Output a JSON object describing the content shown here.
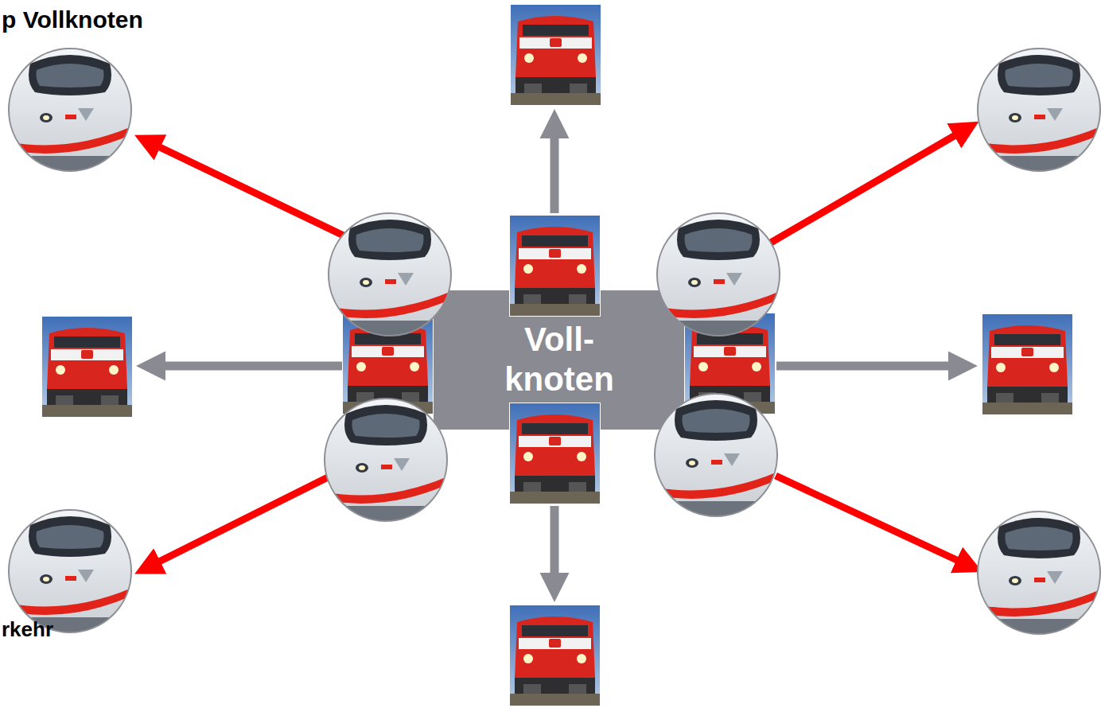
{
  "diagram": {
    "title": "p Vollknoten",
    "nodes": [
      {
        "text": [
          "Voll- knoten"
        ]
      }
    ],
    "labels": [
      "rkehr"
    ]
  }
}
